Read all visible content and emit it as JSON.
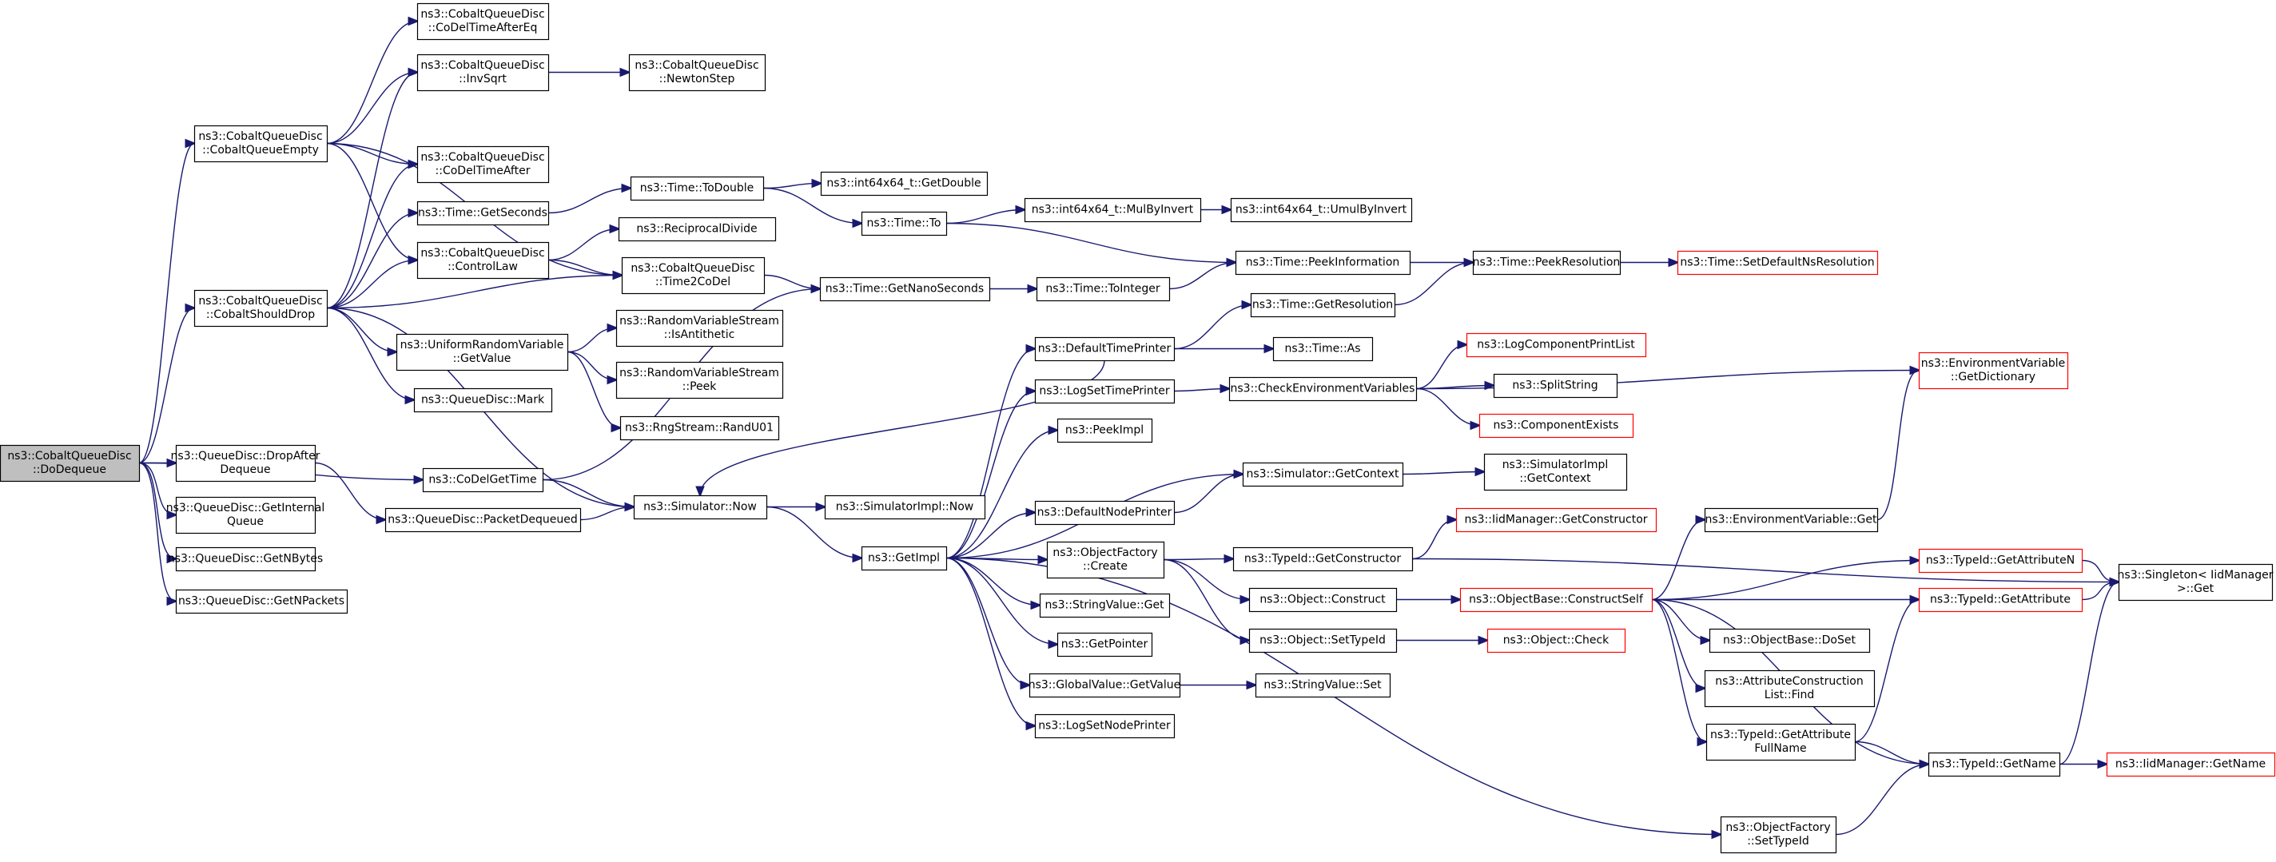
{
  "diagram": {
    "nodes": [
      {
        "id": "n_dodequeue",
        "lines": [
          "ns3::CobaltQueueDisc",
          "::DoDequeue"
        ],
        "highlight": true
      },
      {
        "id": "n_cqempty",
        "lines": [
          "ns3::CobaltQueueDisc",
          "::CobaltQueueEmpty"
        ]
      },
      {
        "id": "n_cqshoulddrop",
        "lines": [
          "ns3::CobaltQueueDisc",
          "::CobaltShouldDrop"
        ]
      },
      {
        "id": "n_dropafter",
        "lines": [
          "ns3::QueueDisc::DropAfter",
          "Dequeue"
        ]
      },
      {
        "id": "n_getinternal",
        "lines": [
          "ns3::QueueDisc::GetInternal",
          "Queue"
        ]
      },
      {
        "id": "n_getnbytes",
        "lines": [
          "ns3::QueueDisc::GetNBytes"
        ]
      },
      {
        "id": "n_getnpackets",
        "lines": [
          "ns3::QueueDisc::GetNPackets"
        ]
      },
      {
        "id": "n_codeltimeaftereq",
        "lines": [
          "ns3::CobaltQueueDisc",
          "::CoDelTimeAfterEq"
        ]
      },
      {
        "id": "n_invsqrt",
        "lines": [
          "ns3::CobaltQueueDisc",
          "::InvSqrt"
        ]
      },
      {
        "id": "n_codeltimeafter",
        "lines": [
          "ns3::CobaltQueueDisc",
          "::CoDelTimeAfter"
        ]
      },
      {
        "id": "n_getseconds",
        "lines": [
          "ns3::Time::GetSeconds"
        ]
      },
      {
        "id": "n_controllaw",
        "lines": [
          "ns3::CobaltQueueDisc",
          "::ControlLaw"
        ]
      },
      {
        "id": "n_uniformgetvalue",
        "lines": [
          "ns3::UniformRandomVariable",
          "::GetValue"
        ]
      },
      {
        "id": "n_mark",
        "lines": [
          "ns3::QueueDisc::Mark"
        ]
      },
      {
        "id": "n_codelgettime",
        "lines": [
          "ns3::CoDelGetTime"
        ]
      },
      {
        "id": "n_packetdequeued",
        "lines": [
          "ns3::QueueDisc::PacketDequeued"
        ]
      },
      {
        "id": "n_newtonstep",
        "lines": [
          "ns3::CobaltQueueDisc",
          "::NewtonStep"
        ]
      },
      {
        "id": "n_todouble",
        "lines": [
          "ns3::Time::ToDouble"
        ]
      },
      {
        "id": "n_reciprocaldivide",
        "lines": [
          "ns3::ReciprocalDivide"
        ]
      },
      {
        "id": "n_time2codel",
        "lines": [
          "ns3::CobaltQueueDisc",
          "::Time2CoDel"
        ]
      },
      {
        "id": "n_isantithetic",
        "lines": [
          "ns3::RandomVariableStream",
          "::IsAntithetic"
        ]
      },
      {
        "id": "n_peek",
        "lines": [
          "ns3::RandomVariableStream",
          "::Peek"
        ]
      },
      {
        "id": "n_randu01",
        "lines": [
          "ns3::RngStream::RandU01"
        ]
      },
      {
        "id": "n_simnow",
        "lines": [
          "ns3::Simulator::Now"
        ]
      },
      {
        "id": "n_getdouble",
        "lines": [
          "ns3::int64x64_t::GetDouble"
        ]
      },
      {
        "id": "n_timeto",
        "lines": [
          "ns3::Time::To"
        ]
      },
      {
        "id": "n_getnanoseconds",
        "lines": [
          "ns3::Time::GetNanoSeconds"
        ]
      },
      {
        "id": "n_simimplnow",
        "lines": [
          "ns3::SimulatorImpl::Now"
        ]
      },
      {
        "id": "n_getimpl",
        "lines": [
          "ns3::GetImpl"
        ]
      },
      {
        "id": "n_mulbyinvert",
        "lines": [
          "ns3::int64x64_t::MulByInvert"
        ]
      },
      {
        "id": "n_umulbyinvert",
        "lines": [
          "ns3::int64x64_t::UmulByInvert"
        ]
      },
      {
        "id": "n_timetointeger",
        "lines": [
          "ns3::Time::ToInteger"
        ]
      },
      {
        "id": "n_defaulttimeprinter",
        "lines": [
          "ns3::DefaultTimePrinter"
        ]
      },
      {
        "id": "n_logsettimeprinter",
        "lines": [
          "ns3::LogSetTimePrinter"
        ]
      },
      {
        "id": "n_peekimpl",
        "lines": [
          "ns3::PeekImpl"
        ]
      },
      {
        "id": "n_defaultnodeprinter",
        "lines": [
          "ns3::DefaultNodePrinter"
        ]
      },
      {
        "id": "n_objfactorycreate",
        "lines": [
          "ns3::ObjectFactory",
          "::Create"
        ]
      },
      {
        "id": "n_stringvalueget",
        "lines": [
          "ns3::StringValue::Get"
        ]
      },
      {
        "id": "n_getpointer",
        "lines": [
          "ns3::GetPointer"
        ]
      },
      {
        "id": "n_globalvalueget",
        "lines": [
          "ns3::GlobalValue::GetValue"
        ]
      },
      {
        "id": "n_logsetnodeprinter",
        "lines": [
          "ns3::LogSetNodePrinter"
        ]
      },
      {
        "id": "n_timegetresolution",
        "lines": [
          "ns3::Time::GetResolution"
        ]
      },
      {
        "id": "n_timeas",
        "lines": [
          "ns3::Time::As"
        ]
      },
      {
        "id": "n_checkenvvars",
        "lines": [
          "ns3::CheckEnvironmentVariables"
        ]
      },
      {
        "id": "n_peekinformation",
        "lines": [
          "ns3::Time::PeekInformation"
        ]
      },
      {
        "id": "n_simgetcontext",
        "lines": [
          "ns3::Simulator::GetContext"
        ]
      },
      {
        "id": "n_typeidgetconstructor",
        "lines": [
          "ns3::TypeId::GetConstructor"
        ]
      },
      {
        "id": "n_objectconstruct",
        "lines": [
          "ns3::Object::Construct"
        ]
      },
      {
        "id": "n_objectsettypeid",
        "lines": [
          "ns3::Object::SetTypeId"
        ]
      },
      {
        "id": "n_stringvalueset",
        "lines": [
          "ns3::StringValue::Set"
        ]
      },
      {
        "id": "n_peekresolution",
        "lines": [
          "ns3::Time::PeekResolution"
        ]
      },
      {
        "id": "n_logcomponentprintlist",
        "lines": [
          "ns3::LogComponentPrintList"
        ],
        "red": true
      },
      {
        "id": "n_splitstring",
        "lines": [
          "ns3::SplitString"
        ]
      },
      {
        "id": "n_componentexists",
        "lines": [
          "ns3::ComponentExists"
        ],
        "red": true
      },
      {
        "id": "n_simimplgetcontext",
        "lines": [
          "ns3::SimulatorImpl",
          "::GetContext"
        ]
      },
      {
        "id": "n_iidmgrgetconstructor",
        "lines": [
          "ns3::IidManager::GetConstructor"
        ],
        "red": true
      },
      {
        "id": "n_objbaseconstructself",
        "lines": [
          "ns3::ObjectBase::ConstructSelf"
        ],
        "red": true
      },
      {
        "id": "n_objectcheck",
        "lines": [
          "ns3::Object::Check"
        ],
        "red": true
      },
      {
        "id": "n_envvarget",
        "lines": [
          "ns3::EnvironmentVariable::Get"
        ]
      },
      {
        "id": "n_objbasedoset",
        "lines": [
          "ns3::ObjectBase::DoSet"
        ]
      },
      {
        "id": "n_attrconstructionfind",
        "lines": [
          "ns3::AttributeConstruction",
          "List::Find"
        ]
      },
      {
        "id": "n_typeidgetattrfullname",
        "lines": [
          "ns3::TypeId::GetAttribute",
          "FullName"
        ]
      },
      {
        "id": "n_objfactorysettypeid",
        "lines": [
          "ns3::ObjectFactory",
          "::SetTypeId"
        ]
      },
      {
        "id": "n_setdefaultnsres",
        "lines": [
          "ns3::Time::SetDefaultNsResolution"
        ],
        "red": true
      },
      {
        "id": "n_envvargetdict",
        "lines": [
          "ns3::EnvironmentVariable",
          "::GetDictionary"
        ],
        "red": true
      },
      {
        "id": "n_typeidgetattributen",
        "lines": [
          "ns3::TypeId::GetAttributeN"
        ],
        "red": true
      },
      {
        "id": "n_typeidgetattribute",
        "lines": [
          "ns3::TypeId::GetAttribute"
        ],
        "red": true
      },
      {
        "id": "n_typeidgetname",
        "lines": [
          "ns3::TypeId::GetName"
        ]
      },
      {
        "id": "n_singletonget",
        "lines": [
          "ns3::Singleton< IidManager",
          ">::Get"
        ]
      },
      {
        "id": "n_iidmgrgetname",
        "lines": [
          "ns3::IidManager::GetName"
        ],
        "red": true
      }
    ],
    "colors": {
      "edge": "#191970",
      "node_border": "#000000",
      "node_border_missing": "#ff0000",
      "root_fill": "#bfbfbf",
      "background": "#ffffff"
    }
  }
}
